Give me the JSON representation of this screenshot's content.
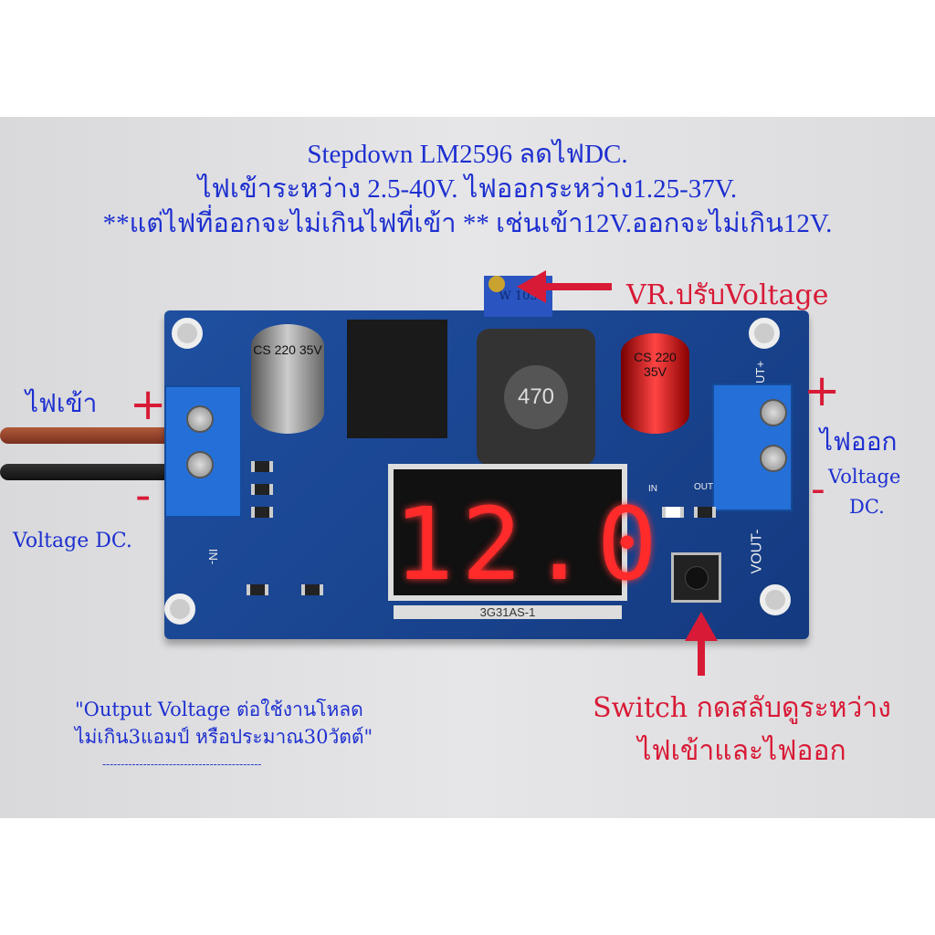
{
  "title_lines": [
    "Stepdown LM2596 ลดไฟDC.",
    "ไฟเข้าระหว่าง 2.5-40V. ไฟออกระหว่าง1.25-37V.",
    "**แต่ไฟที่ออกจะไม่เกินไฟที่เข้า ** เช่นเข้า12V.ออกจะไม่เกิน12V."
  ],
  "labels": {
    "vr": "VR.ปรับVoltage",
    "input": "ไฟเข้า",
    "input_plus": "+",
    "input_minus": "-",
    "input_voltage": "Voltage DC.",
    "output": "ไฟออก",
    "output_plus": "+",
    "output_minus": "-",
    "output_voltage_1": "Voltage",
    "output_voltage_2": "DC.",
    "switch_1": "Switch กดสลับดูระหว่าง",
    "switch_2": "ไฟเข้าและไฟออก",
    "note_1": "\"Output Voltage ต่อใช้งานโหลด",
    "note_2": "ไม่เกิน3แอมป์ หรือประมาณ30วัตต์\"",
    "note_rule": "-------------------------------------------"
  },
  "board": {
    "display": "12.0",
    "display_label": "3G31AS-1",
    "cap_marking": "CS 220 35V",
    "inductor_marking": "470",
    "pot_marking": "W 103",
    "in_led": "IN",
    "out_led": "OUT",
    "vin_minus": "IN-",
    "vout_minus": "VOUT-",
    "vout_plus": "UT+"
  },
  "colors": {
    "annotation_blue": "#1d2fd0",
    "annotation_red": "#d81a36",
    "pcb": "#1f4fa0",
    "display": "#ff2a2a"
  }
}
